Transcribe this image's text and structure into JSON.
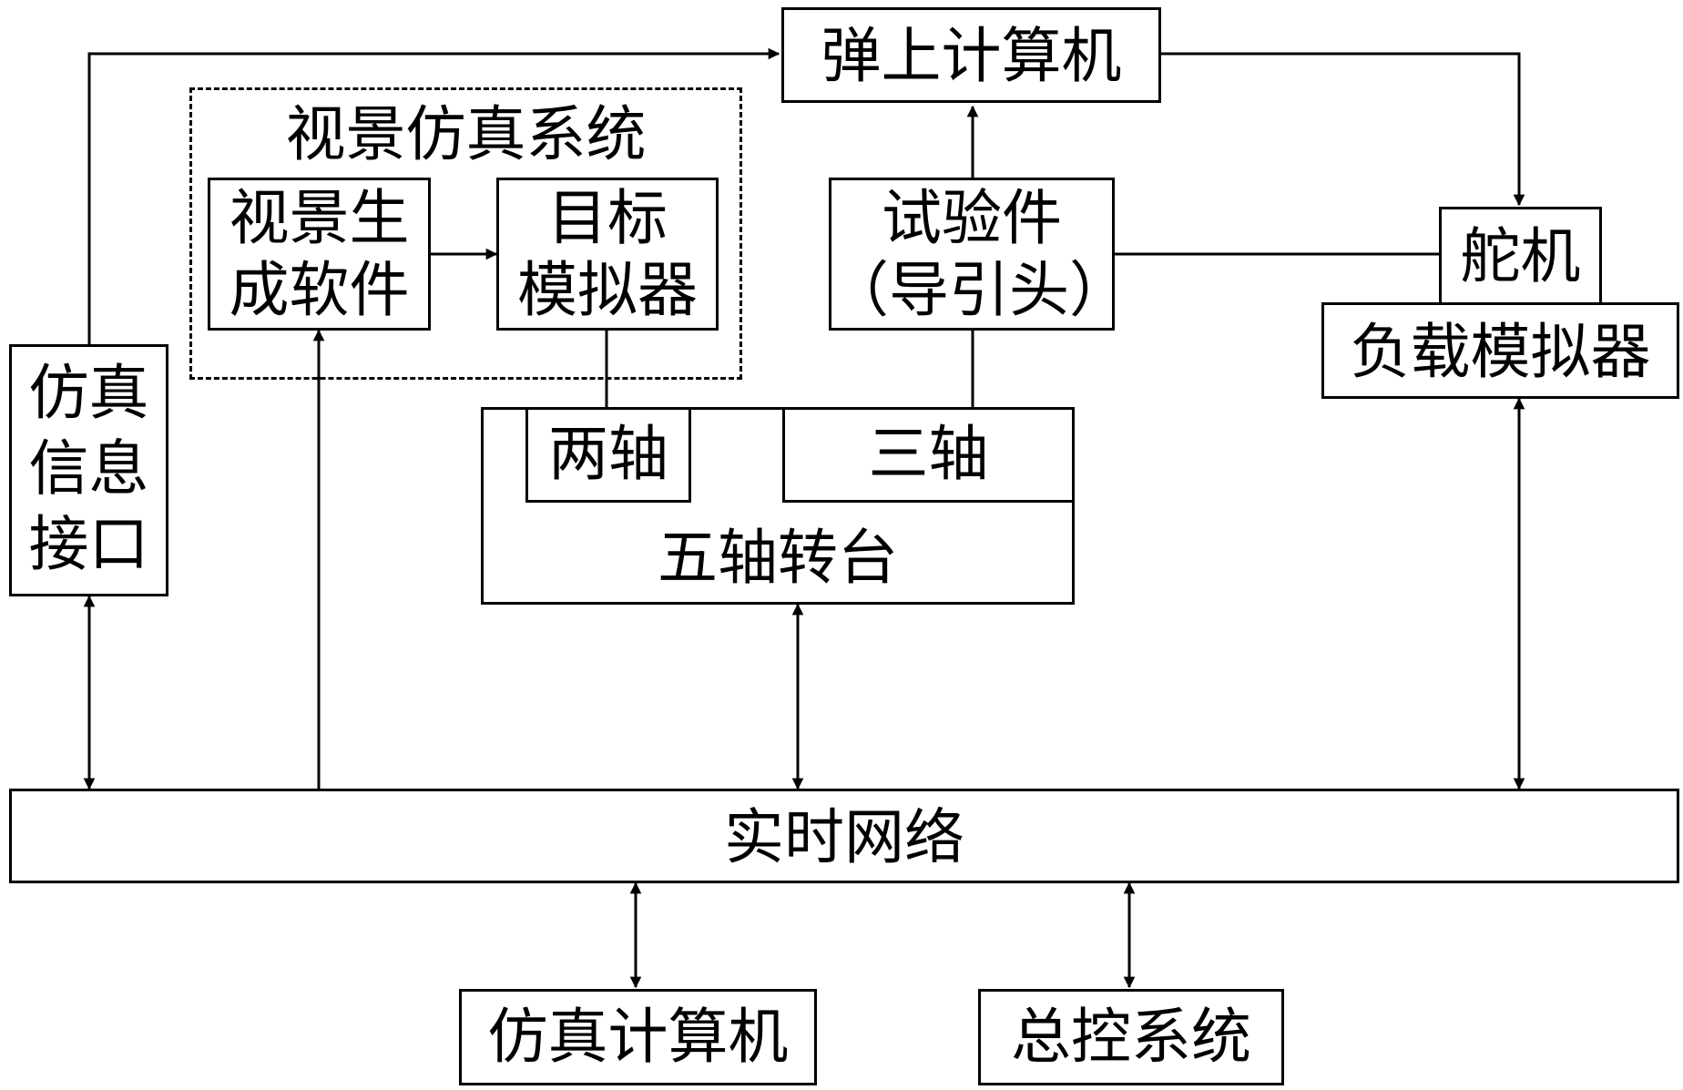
{
  "nodes": {
    "onboard_computer": "弹上计算机",
    "visual_system_group": "视景仿真系统",
    "visual_software_line1": "视景生",
    "visual_software_line2": "成软件",
    "target_simulator_line1": "目标",
    "target_simulator_line2": "模拟器",
    "test_article_line1": "试验件",
    "test_article_line2": "（导引头）",
    "actuator": "舵机",
    "load_simulator": "负载模拟器",
    "sim_interface_line1": "仿真",
    "sim_interface_line2": "信息",
    "sim_interface_line3": "接口",
    "two_axis": "两轴",
    "three_axis": "三轴",
    "five_axis_table": "五轴转台",
    "realtime_network": "实时网络",
    "simulation_computer": "仿真计算机",
    "master_control": "总控系统"
  },
  "colors": {
    "line": "#000000",
    "background": "#ffffff"
  }
}
